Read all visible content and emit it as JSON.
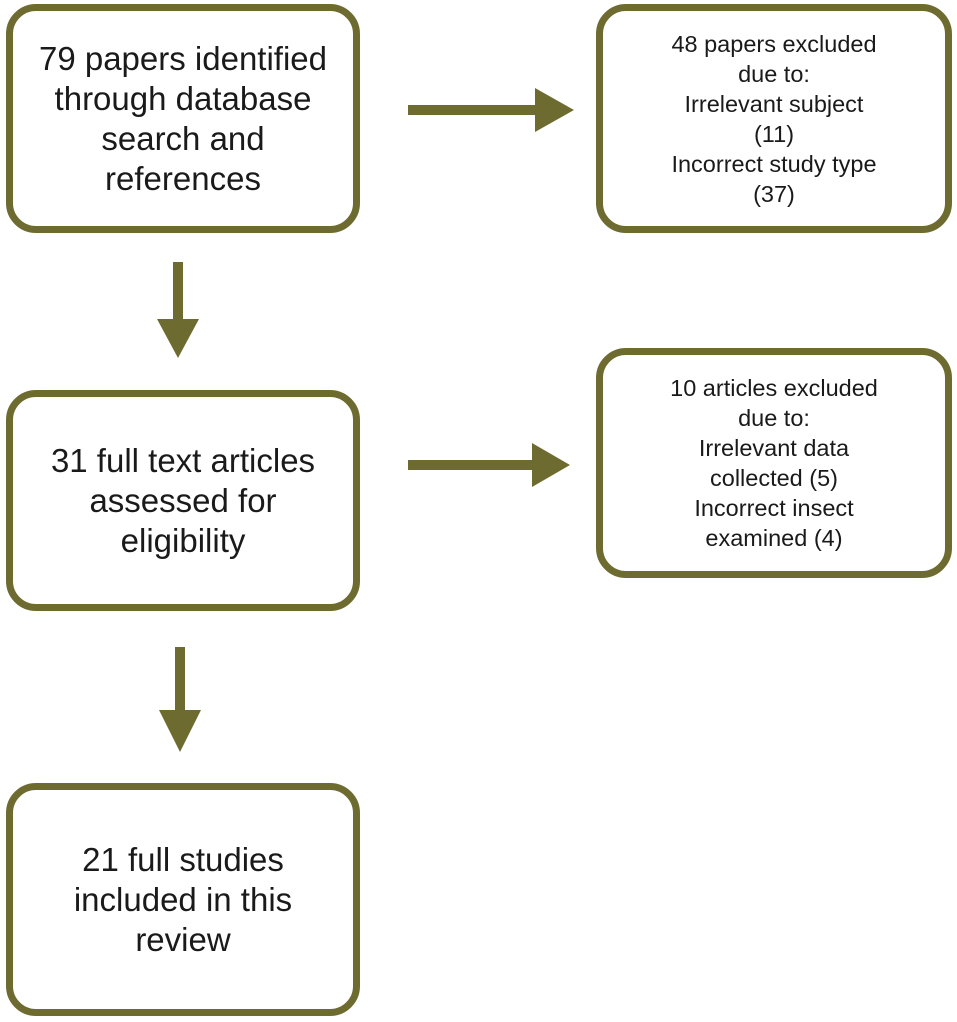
{
  "colors": {
    "border": "#6e6b31",
    "arrow": "#6e6b31",
    "text": "#1a1a1a",
    "background": "#ffffff"
  },
  "boxes": {
    "identified": {
      "lines": [
        "79 papers identified",
        "through database",
        "search and",
        "references"
      ]
    },
    "assessed": {
      "lines": [
        "31 full text articles",
        "assessed for",
        "eligibility"
      ]
    },
    "included": {
      "lines": [
        "21 full studies",
        "included in this",
        "review"
      ]
    },
    "excluded_1": {
      "lines": [
        "48 papers excluded",
        "due to:",
        "Irrelevant subject",
        "(11)",
        "Incorrect study type",
        "(37)"
      ]
    },
    "excluded_2": {
      "lines": [
        "10 articles excluded",
        "due to:",
        "Irrelevant data",
        "collected (5)",
        "Incorrect insect",
        "examined (4)"
      ]
    }
  }
}
